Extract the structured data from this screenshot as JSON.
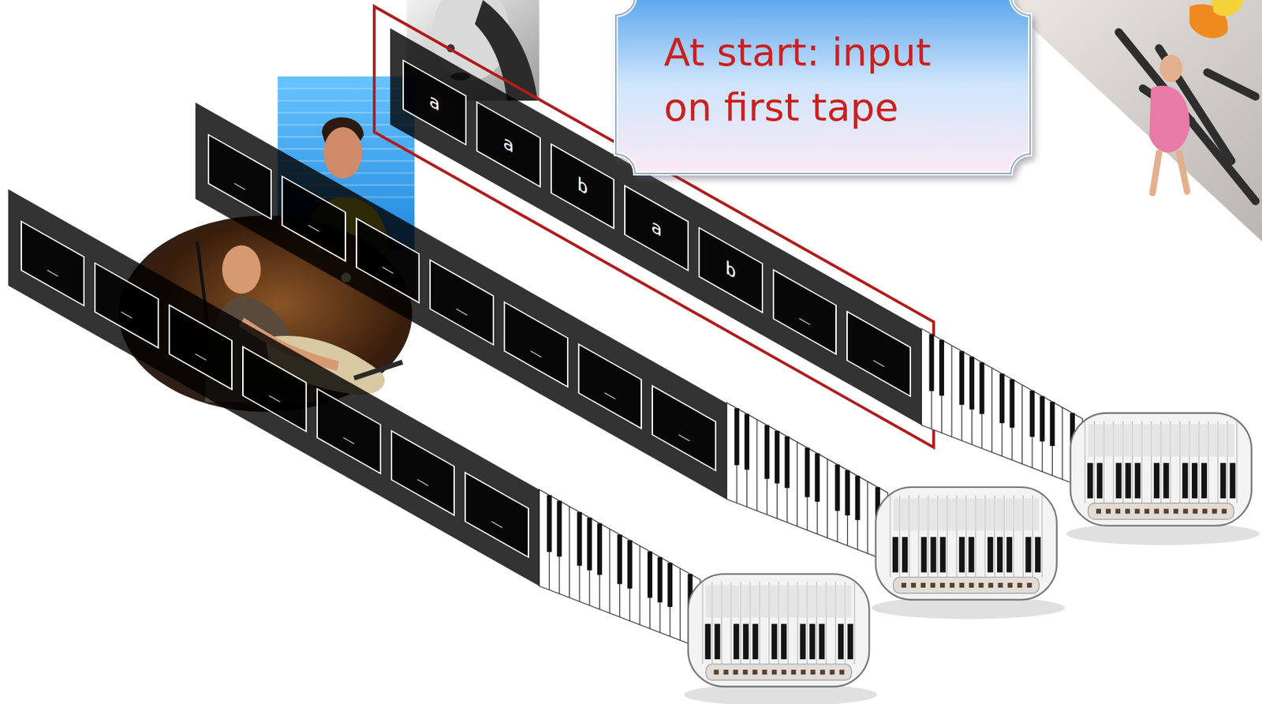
{
  "diagram": {
    "nodes": [
      {
        "text": [
          "At start: input on first tape"
        ]
      },
      {
        "text": [
          "a"
        ]
      },
      {
        "text": [
          "a"
        ]
      },
      {
        "text": [
          "b"
        ]
      },
      {
        "text": [
          "a"
        ]
      },
      {
        "text": [
          "b"
        ]
      },
      {
        "text": [
          "_"
        ]
      },
      {
        "text": [
          "_"
        ]
      },
      {
        "text": [
          "_"
        ]
      },
      {
        "text": [
          "_"
        ]
      },
      {
        "text": [
          "_"
        ]
      },
      {
        "text": [
          "_"
        ]
      },
      {
        "text": [
          "_"
        ]
      },
      {
        "text": [
          "_"
        ]
      },
      {
        "text": [
          "_"
        ]
      },
      {
        "text": [
          "_"
        ]
      },
      {
        "text": [
          "_"
        ]
      },
      {
        "text": [
          "_"
        ]
      },
      {
        "text": [
          "_"
        ]
      },
      {
        "text": [
          "_"
        ]
      },
      {
        "text": [
          "_"
        ]
      },
      {
        "text": [
          "_"
        ]
      }
    ]
  }
}
